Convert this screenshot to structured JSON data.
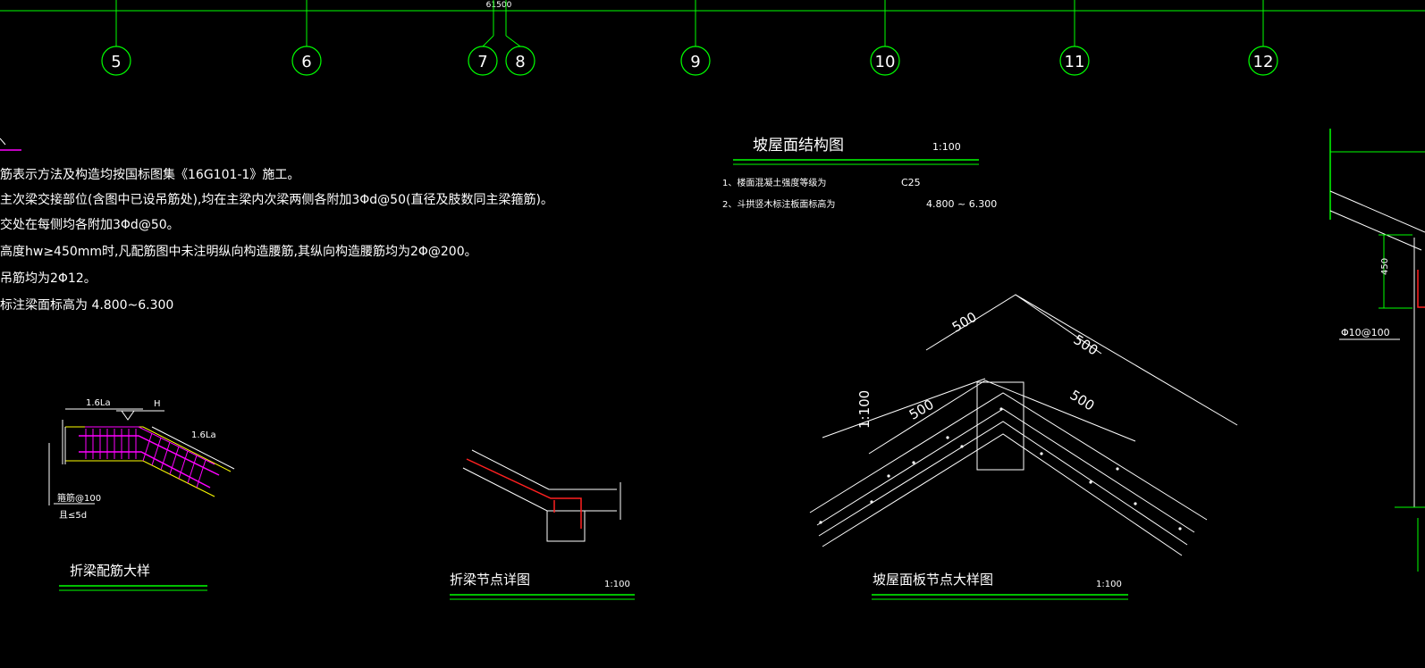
{
  "colors": {
    "green": "#00ff00",
    "white": "#ffffff",
    "magenta": "#ff00ff",
    "red": "#ff2020",
    "yellow": "#ffff00",
    "background": "#000000"
  },
  "dimension_top": "61500",
  "grid_axes": [
    "5",
    "6",
    "7",
    "8",
    "9",
    "10",
    "11",
    "12"
  ],
  "notes": [
    "筋表示方法及构造均按国标图集《16G101-1》施工。",
    "主次梁交接部位(含图中已设吊筋处),均在主梁内次梁两侧各附加3Φd@50(直径及肢数同主梁箍筋)。",
    "交处在每侧均各附加3Φd@50。",
    "高度hw≥450mm时,凡配筋图中未注明纵向构造腰筋,其纵向构造腰筋均为2Φ@200。",
    "吊筋均为2Φ12。",
    "标注梁面标高为 4.800~6.300"
  ],
  "roof_plan": {
    "title": "坡屋面结构图",
    "scale": "1:100",
    "note1_label": "1、楼面混凝土强度等级为",
    "note1_value": "C25",
    "note2_label": "2、斗拱竖木标注板面标高为",
    "note2_value": "4.800 ~ 6.300"
  },
  "detail_folded_beam": {
    "title": "折梁配筋大样",
    "label_left": "1.6La",
    "label_h": "H",
    "label_right": "1.6La",
    "label_stirrup": "箍筋@100",
    "label_limit": "且≤5d"
  },
  "detail_beam_node": {
    "title": "折梁节点详图",
    "scale": "1:100"
  },
  "detail_roof_slab": {
    "title": "坡屋面板节点大样图",
    "scale": "1:100",
    "dim_outer_left": "500",
    "dim_outer_right": "500",
    "dim_inner_left": "500",
    "dim_inner_right": "500",
    "slope": "1:100"
  },
  "detail_right": {
    "dim_vertical": "450",
    "rebar_label": "Φ10@100"
  }
}
